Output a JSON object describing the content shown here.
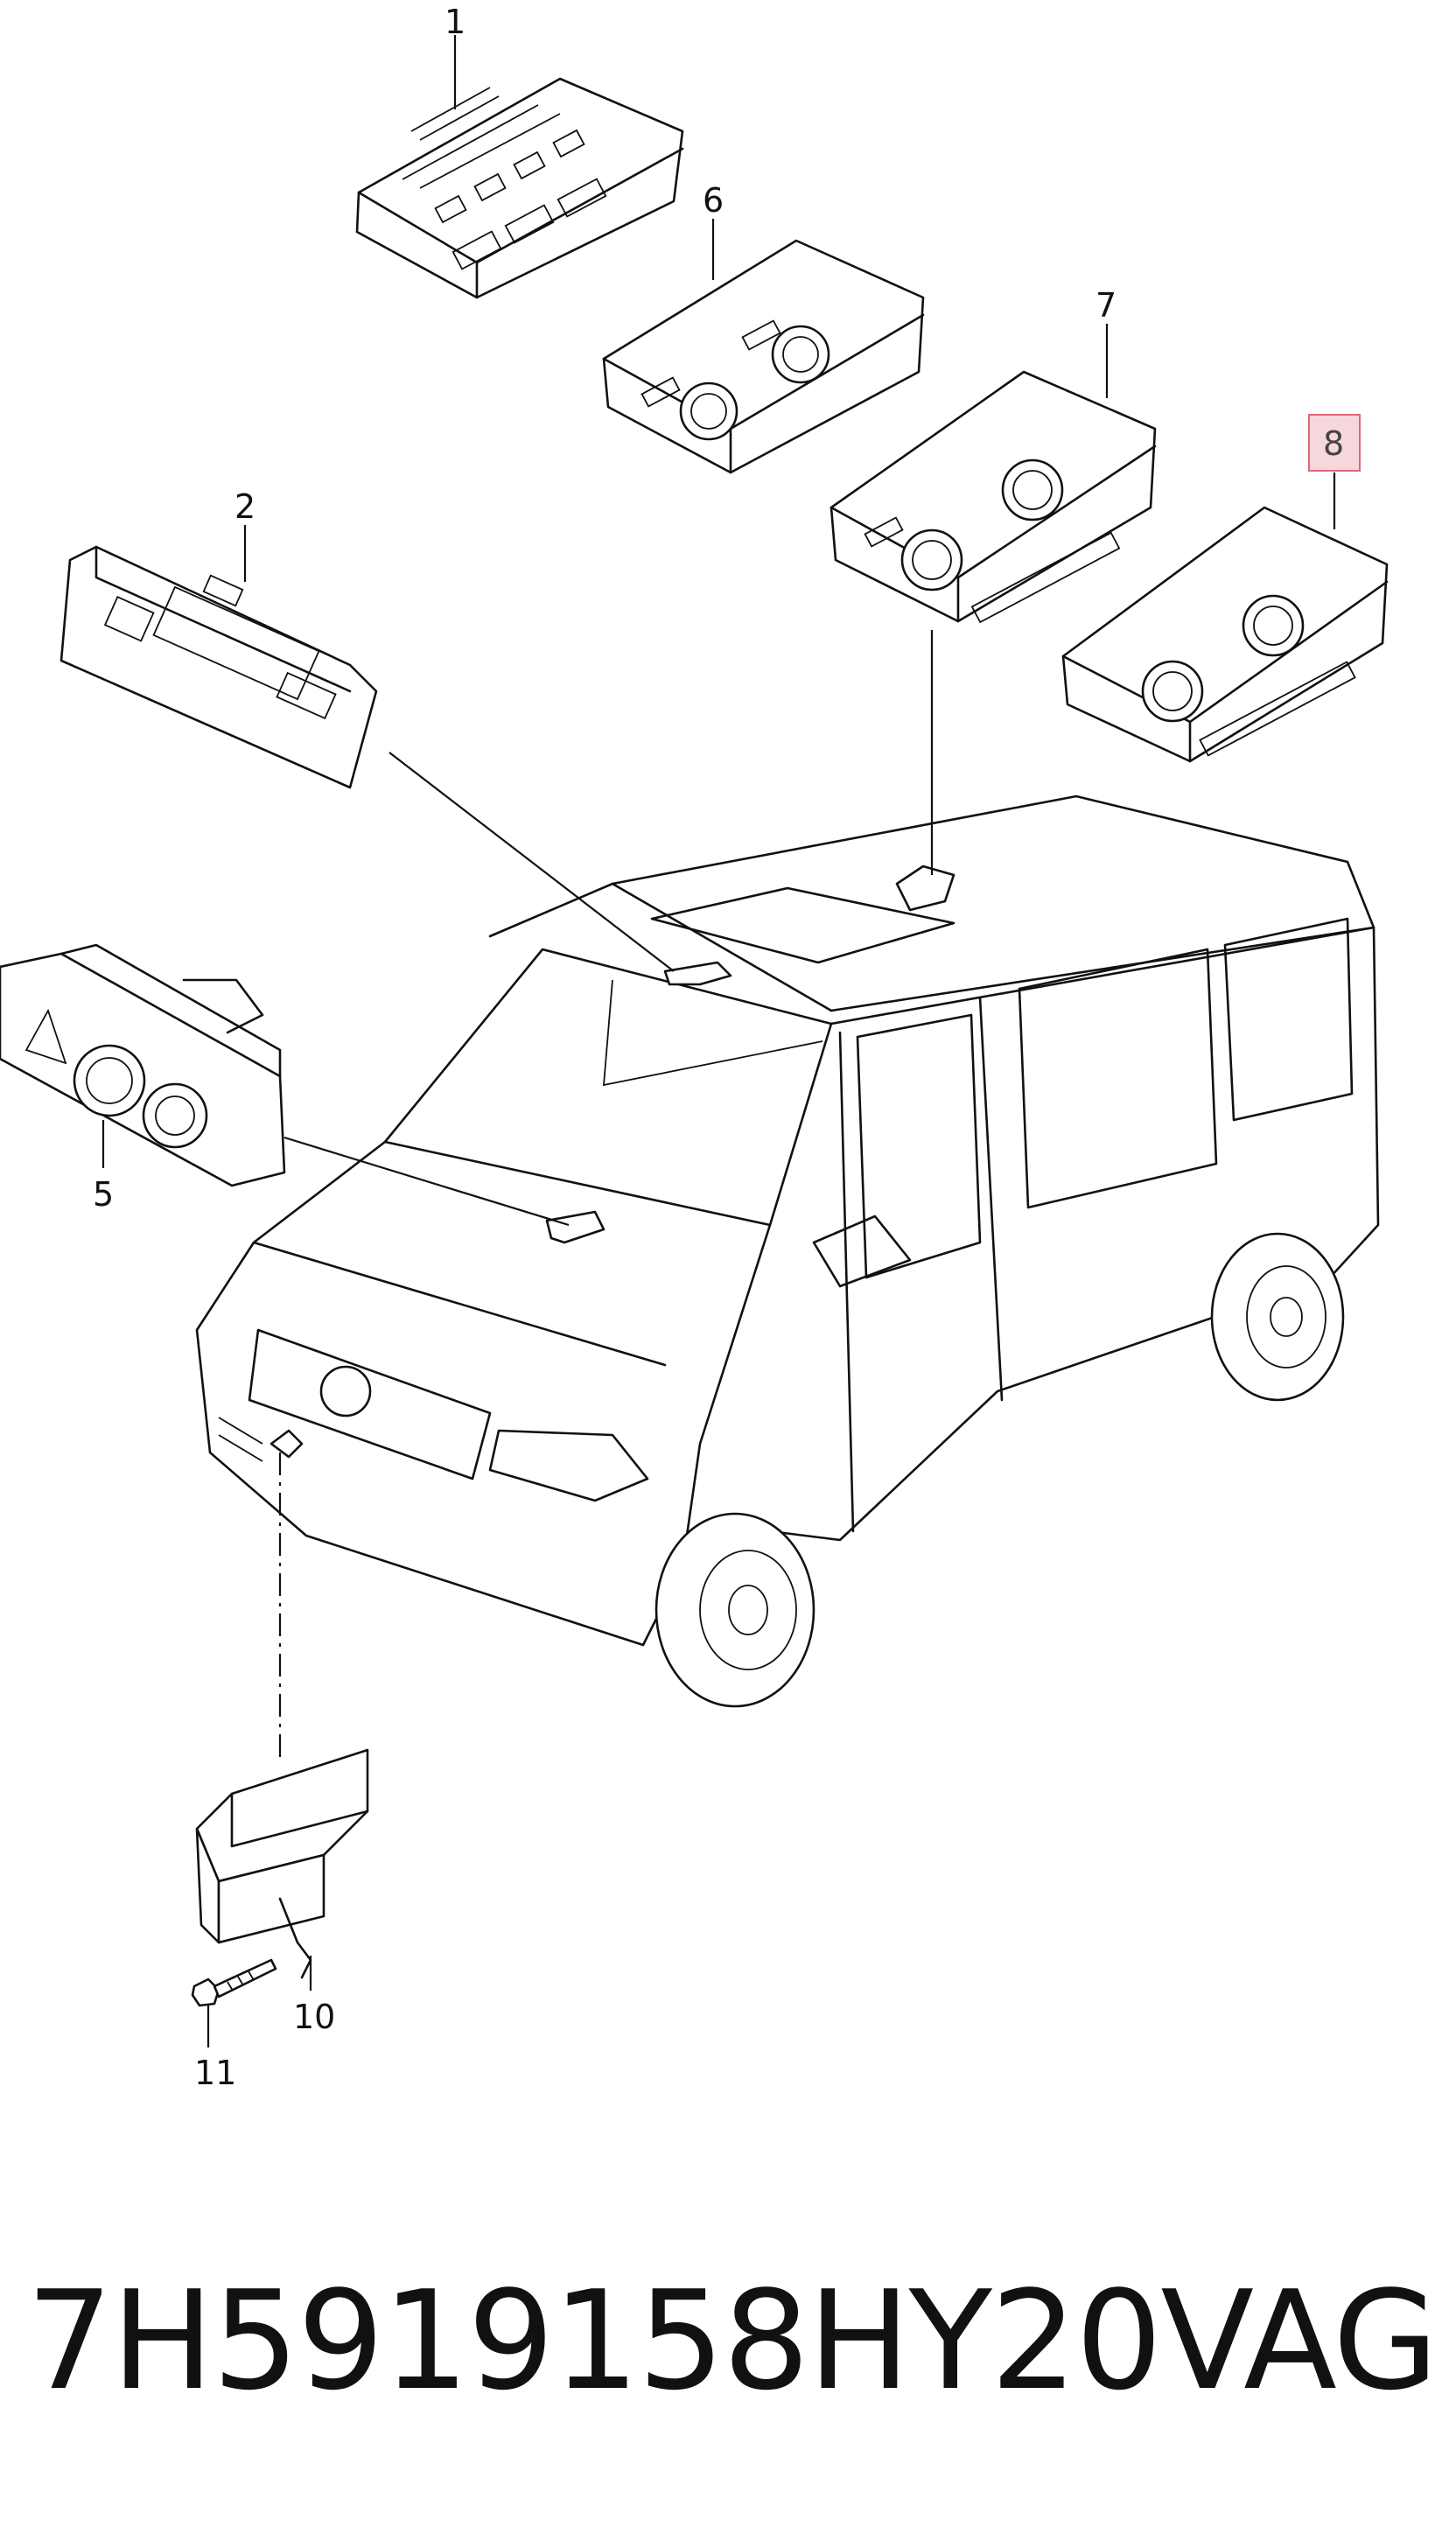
{
  "diagram": {
    "callouts": {
      "c1": "1",
      "c2": "2",
      "c5": "5",
      "c6": "6",
      "c7": "7",
      "c8": "8",
      "c10": "10",
      "c11": "11"
    },
    "highlighted_callout": "8"
  },
  "caption": {
    "part_number": "7H5919158HY20",
    "brand": "VAG"
  }
}
